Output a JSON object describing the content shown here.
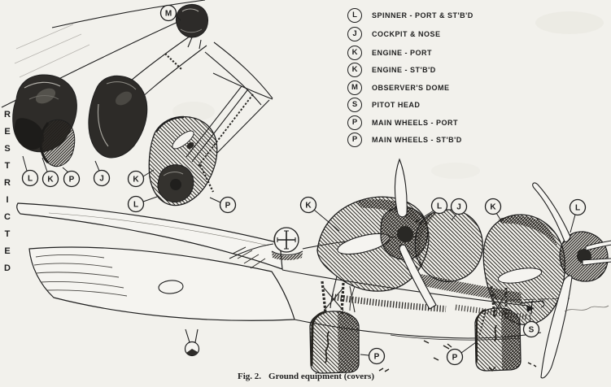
{
  "restricted": {
    "text": "RESTRICTED",
    "letters": [
      "R",
      "E",
      "S",
      "T",
      "R",
      "I",
      "C",
      "T",
      "E",
      "D"
    ]
  },
  "legend": {
    "items": [
      {
        "letter": "L",
        "label": "SPINNER - PORT & ST'B'D"
      },
      {
        "letter": "J",
        "label": "COCKPIT & NOSE"
      },
      {
        "letter": "K",
        "label": "ENGINE - PORT"
      },
      {
        "letter": "K",
        "label": "ENGINE - ST'B'D"
      },
      {
        "letter": "M",
        "label": "OBSERVER'S DOME"
      },
      {
        "letter": "S",
        "label": "PITOT HEAD"
      },
      {
        "letter": "P",
        "label": "MAIN WHEELS - PORT"
      },
      {
        "letter": "P",
        "label": "MAIN WHEELS - ST'B'D"
      }
    ]
  },
  "detail_view": {
    "callouts": [
      {
        "letter": "M"
      },
      {
        "letter": "L"
      },
      {
        "letter": "K"
      },
      {
        "letter": "P"
      },
      {
        "letter": "J"
      },
      {
        "letter": "K"
      },
      {
        "letter": "L"
      },
      {
        "letter": "P"
      }
    ]
  },
  "main_view": {
    "callouts": [
      {
        "letter": "K"
      },
      {
        "letter": "L"
      },
      {
        "letter": "J"
      },
      {
        "letter": "K"
      },
      {
        "letter": "L"
      },
      {
        "letter": "S"
      },
      {
        "letter": "P"
      },
      {
        "letter": "P"
      }
    ]
  },
  "caption": {
    "figure_label": "Fig. 2.",
    "title": "Ground equipment (covers)"
  },
  "colors": {
    "ink": "#1f1f1f",
    "paper": "#f2f1ec"
  }
}
